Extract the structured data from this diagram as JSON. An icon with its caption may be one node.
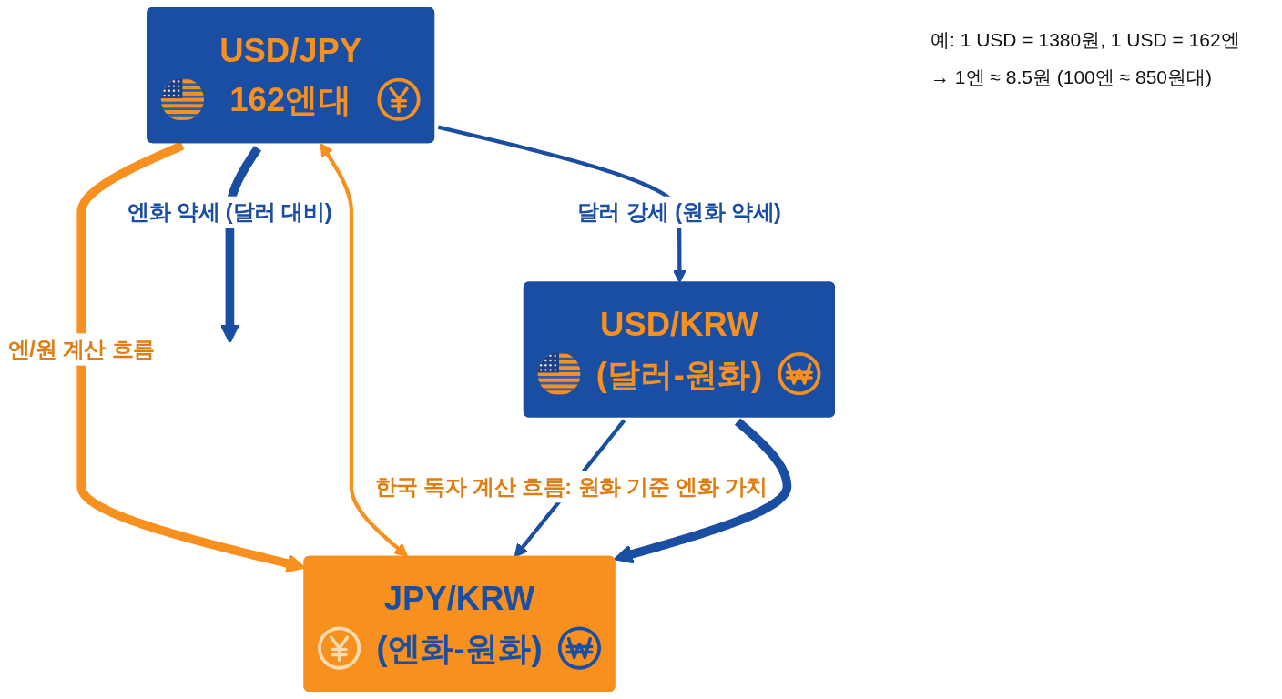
{
  "diagram": {
    "nodes": [
      {
        "text": [
          "USD/JPY",
          "162엔대"
        ]
      },
      {
        "text": [
          "USD/KRW",
          "(달러-원화)"
        ]
      },
      {
        "text": [
          "JPY/KRW",
          "(엔화-원화)"
        ]
      }
    ],
    "edges": [
      {
        "from": 0,
        "to": 1,
        "arrow": "to",
        "label": "달러 강세 (원화 약세)"
      },
      {
        "from": 0,
        "to": null,
        "arrow": "to",
        "label": "엔화 약세 (달러 대비)",
        "style": "thick"
      },
      {
        "from": 0,
        "to": 2,
        "arrow": "to",
        "label": "엔/원 계산 흐름",
        "style": "thick",
        "color": "#f7901e"
      },
      {
        "from": 0,
        "to": 2,
        "arrow": "both",
        "color": "#f7901e"
      },
      {
        "from": 1,
        "to": 2,
        "arrow": "to",
        "label": "한국 독자 계산 흐름: 원화 기준 엔화 가치"
      },
      {
        "from": 1,
        "to": 2,
        "arrow": "to",
        "style": "thick"
      }
    ],
    "labels": [
      "예: 1 USD = 1380원, 1 USD = 162엔",
      "→ 1엔 ≈ 8.5원 (100엔 ≈ 850원대)"
    ]
  }
}
